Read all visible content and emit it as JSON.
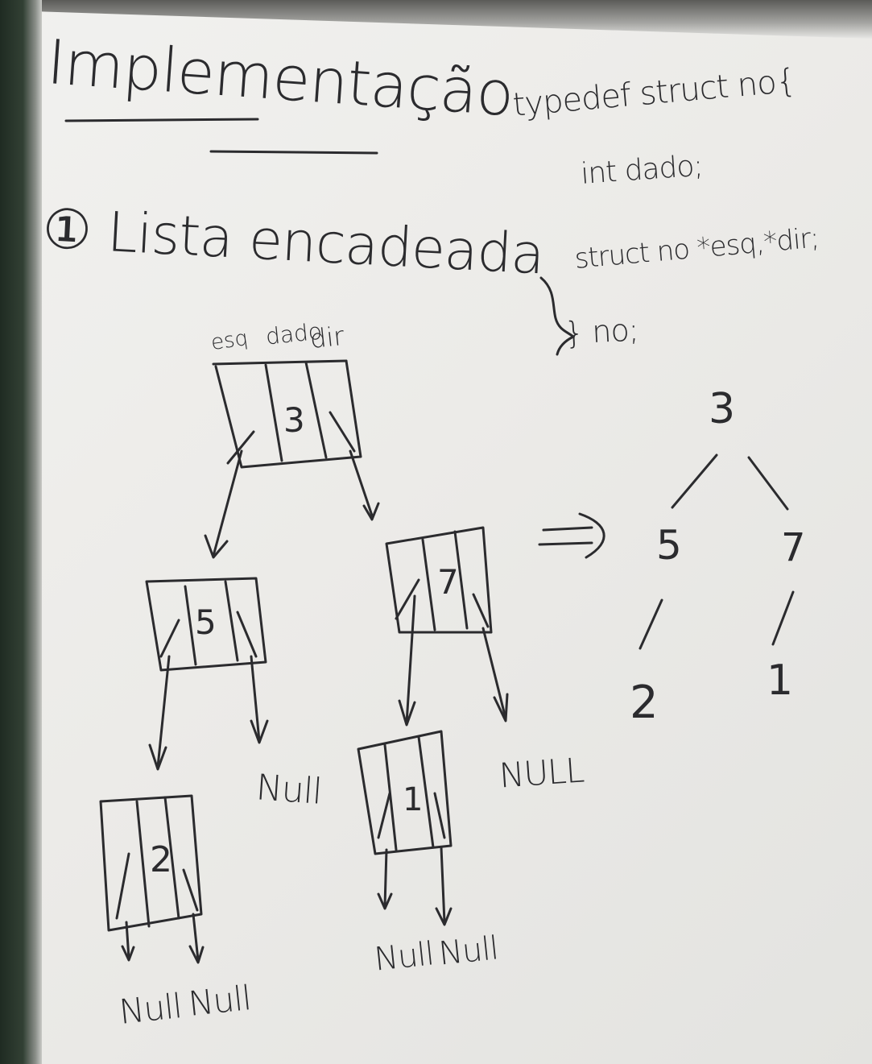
{
  "title": "Implementação",
  "section": "① Lista encadeada",
  "code": {
    "line1": "typedef struct no{",
    "line2": "int dado;",
    "line3": "struct no *esq,*dir;",
    "line4": "} no;"
  },
  "node_labels": {
    "esq": "esq",
    "dado": "dado",
    "dir": "dir"
  },
  "nodes": {
    "root": "3",
    "left": "5",
    "right": "7",
    "left_left": "2",
    "right_left": "1"
  },
  "nulls": {
    "left_right": "Null",
    "right_right": "NULL",
    "n2_left": "Null",
    "n2_right": "Null",
    "n1_left": "Null",
    "n1_right": "Null"
  },
  "arrow": "⇒",
  "tree": {
    "root": "3",
    "left": "5",
    "right": "7",
    "left_child": "2",
    "right_child": "1"
  },
  "ink_color": "#2b2b2e",
  "board_color": "#efefec"
}
